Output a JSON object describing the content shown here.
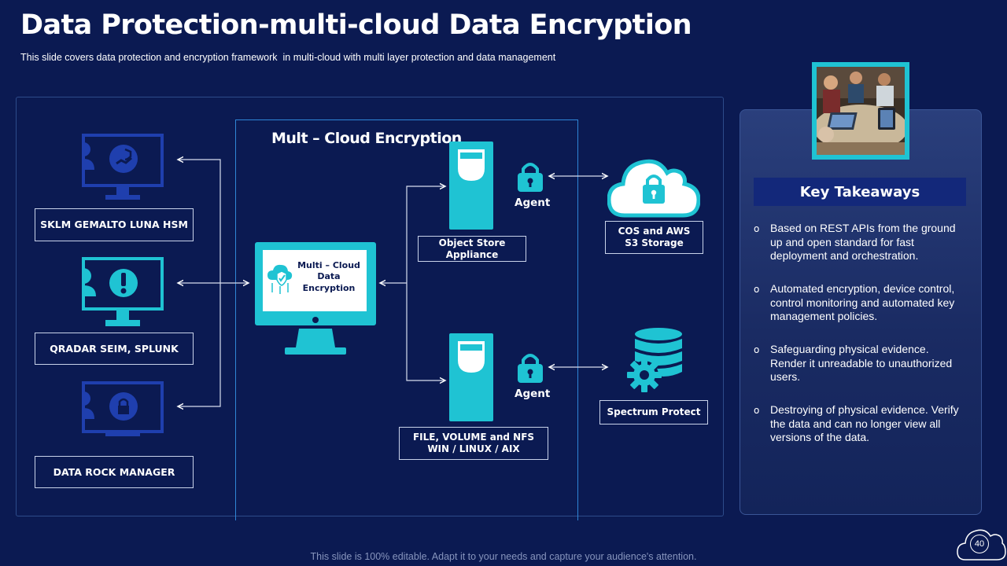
{
  "header": {
    "title": "Data Protection-multi-cloud Data Encryption",
    "subtitle": "This slide covers data protection and encryption framework  in multi-cloud with multi layer protection and data management"
  },
  "diagram": {
    "cloud_box_title": "Mult – Cloud Encryption",
    "center_screen_label": "Multi – Cloud\nData\nEncryption",
    "left_sources": [
      {
        "label": "SKLM GEMALTO LUNA HSM",
        "icon": "hand-shield-monitor-icon"
      },
      {
        "label": "QRADAR SEIM, SPLUNK",
        "icon": "alert-monitor-icon"
      },
      {
        "label": "DATA ROCK MANAGER",
        "icon": "lock-monitor-icon"
      }
    ],
    "appliances": [
      {
        "label": "Object Store Appliance",
        "agent": "Agent"
      },
      {
        "label": "FILE,  VOLUME and NFS\nWIN / LINUX  / AIX",
        "agent": "Agent"
      }
    ],
    "targets": [
      {
        "label": "COS and AWS\nS3 Storage",
        "icon": "cloud-lock-icon"
      },
      {
        "label": "Spectrum Protect",
        "icon": "database-gear-icon"
      }
    ]
  },
  "takeaways": {
    "header": "Key Takeaways",
    "items": [
      "Based on REST APIs from the ground up and open standard for fast deployment and orchestration.",
      "Automated encryption, device control, control monitoring and automated key management policies.",
      "Safeguarding physical evidence. Render it unreadable to unauthorized users.",
      "Destroying of physical evidence. Verify the data and can no longer view all versions of the data."
    ],
    "bullet": "o"
  },
  "footer": {
    "note": "This slide is 100% editable. Adapt it to your needs and capture your audience's attention.",
    "page_number": "40"
  },
  "colors": {
    "background": "#0b1a52",
    "accent_cyan": "#1fc3d3",
    "monitor_blue": "#1f3fae",
    "panel_border": "#2d4b8a"
  }
}
